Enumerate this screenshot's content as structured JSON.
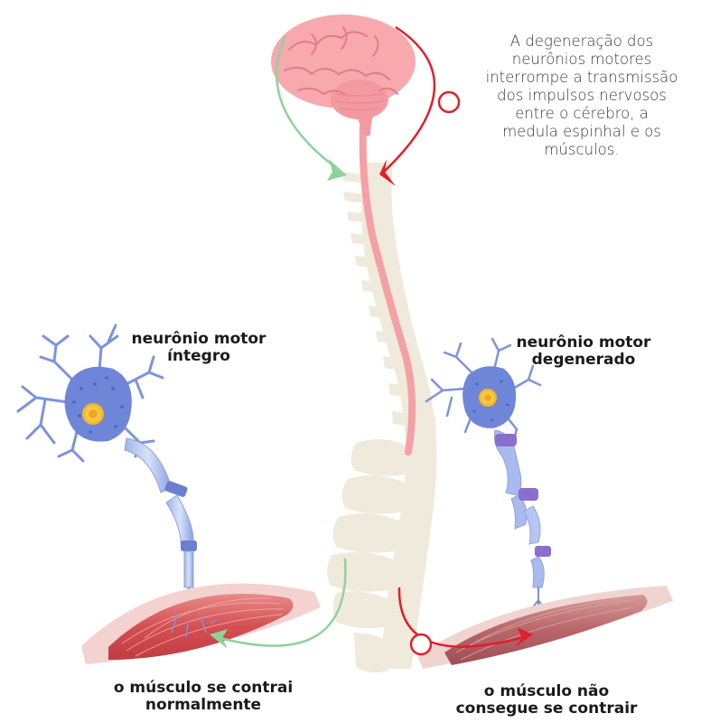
{
  "description": {
    "lines": [
      "A degeneração dos",
      "neurônios motores",
      "interrompe a transmissão",
      "dos impulsos nervosos",
      "entre o cérebro, a",
      "medula espinhal e os",
      "músculos."
    ]
  },
  "left_neuron": {
    "line1": "neurônio motor",
    "line2": "íntegro"
  },
  "right_neuron": {
    "line1": "neurônio motor",
    "line2": "degenerado"
  },
  "left_muscle": {
    "line1": "o músculo se contrai",
    "line2": "normalmente"
  },
  "right_muscle": {
    "line1": "o músculo não",
    "line2": "consegue se contrair"
  },
  "colors": {
    "healthy_arrow": "#8fd39a",
    "blocked_arrow": "#e0202a",
    "brain": "#f7a9ad",
    "spinal_cord": "#f4a0a6",
    "vertebrae": "#efeadb",
    "neuron_body": "#6f86d8",
    "muscle": "#d9595c"
  }
}
